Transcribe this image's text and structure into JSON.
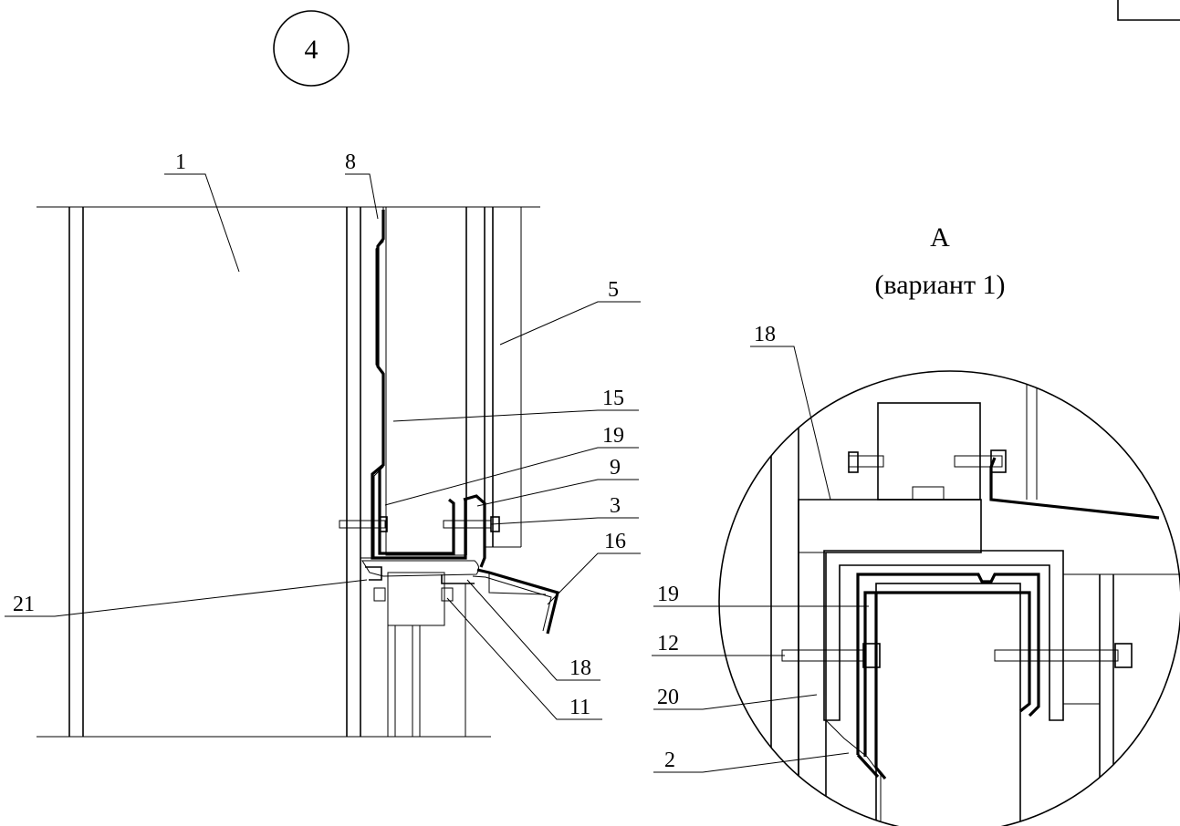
{
  "sheet": {
    "detail_number": "4",
    "detail_view_title": "А",
    "detail_view_subtitle": "(вариант 1)"
  },
  "main_section": {
    "callouts": [
      "1",
      "8",
      "5",
      "15",
      "19",
      "9",
      "3",
      "16",
      "21",
      "18",
      "11"
    ]
  },
  "detail_a": {
    "callouts": [
      "18",
      "19",
      "12",
      "20",
      "2"
    ]
  }
}
